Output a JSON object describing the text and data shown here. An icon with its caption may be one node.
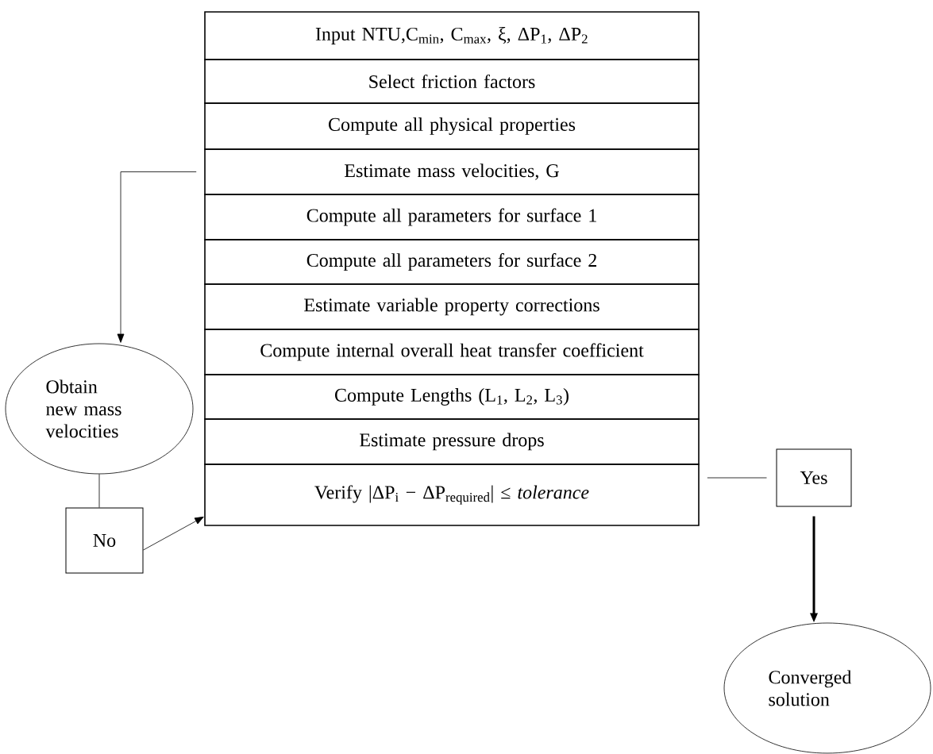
{
  "diagram": {
    "nodes": [
      {
        "text": [
          "Input NTU,C$_{min}$, C$_{max}$, ξ, ΔP$_{1}$, ΔP$_{2}$"
        ]
      },
      {
        "text": [
          "Select friction factors"
        ]
      },
      {
        "text": [
          "Compute all physical properties"
        ]
      },
      {
        "text": [
          "Estimate mass velocities, G"
        ]
      },
      {
        "text": [
          "Compute all parameters for surface 1"
        ]
      },
      {
        "text": [
          "Compute all parameters for surface 2"
        ]
      },
      {
        "text": [
          "Estimate variable property corrections"
        ]
      },
      {
        "text": [
          "Compute internal overall heat transfer coefficient"
        ]
      },
      {
        "text": [
          "Compute Lengths (L$_{1}$, L$_{2}$, L$_{3}$)"
        ]
      },
      {
        "text": [
          "Estimate pressure drops"
        ]
      },
      {
        "text": [
          "Verify |ΔP$_{i}$ − ΔP$_{required}$| ≤ *tolerance*"
        ]
      },
      {
        "text": [
          "Obtain new mass velocities"
        ]
      },
      {
        "text": [
          "No"
        ]
      },
      {
        "text": [
          "Yes"
        ]
      },
      {
        "text": [
          "Converged solution"
        ]
      }
    ],
    "edges": [
      {
        "from": 3,
        "to": 11,
        "arrow": "to"
      },
      {
        "from": 11,
        "to": 12,
        "arrow": "none"
      },
      {
        "from": 12,
        "to": 10,
        "arrow": "to"
      },
      {
        "from": 10,
        "to": 13,
        "arrow": "none"
      },
      {
        "from": 13,
        "to": 14,
        "arrow": "to",
        "style": "thick"
      }
    ]
  }
}
